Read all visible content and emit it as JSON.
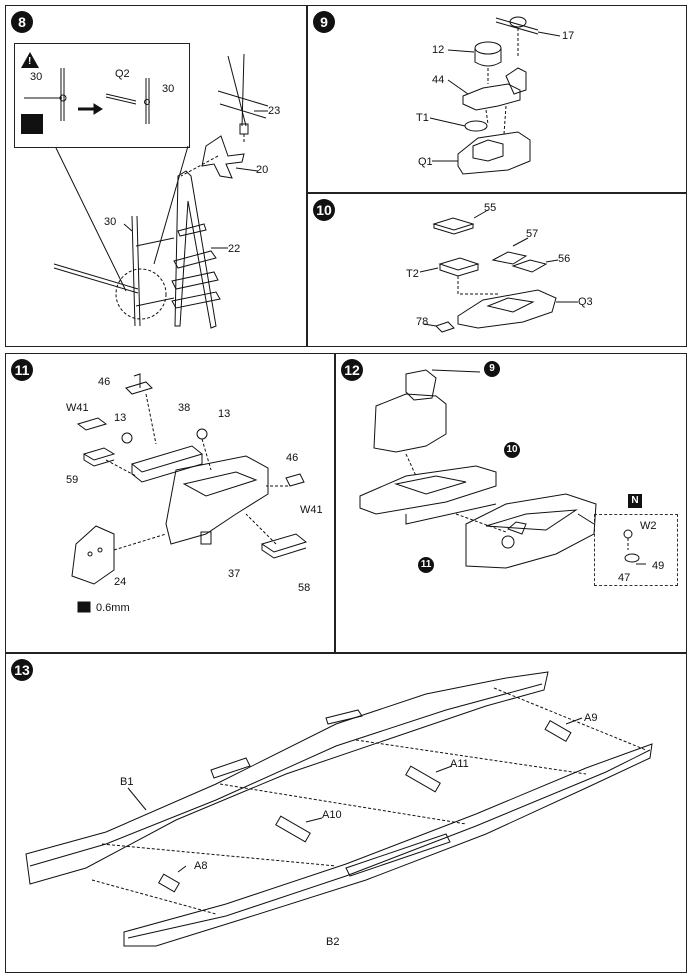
{
  "step8": {
    "num": "8",
    "labels": {
      "p30a": "30",
      "q2": "Q2",
      "p30b": "30",
      "p23": "23",
      "p20": "20",
      "p30c": "30",
      "p22": "22"
    }
  },
  "step9": {
    "num": "9",
    "labels": {
      "p17": "17",
      "p12": "12",
      "p44": "44",
      "t1": "T1",
      "q1": "Q1"
    }
  },
  "step10": {
    "num": "10",
    "labels": {
      "p55": "55",
      "p57": "57",
      "t2": "T2",
      "p56": "56",
      "q3": "Q3",
      "p78": "78"
    }
  },
  "step11": {
    "num": "11",
    "labels": {
      "p46a": "46",
      "w41a": "W41",
      "p38": "38",
      "p13a": "13",
      "p13b": "13",
      "p59": "59",
      "p46b": "46",
      "w41b": "W41",
      "p24": "24",
      "p37": "37",
      "p58": "58",
      "drill": "0.6mm"
    }
  },
  "step12": {
    "num": "12",
    "labels": {
      "ref9": "9",
      "ref10": "10",
      "ref11": "11",
      "w2": "W2",
      "p49": "49",
      "p47": "47"
    }
  },
  "step13": {
    "num": "13",
    "labels": {
      "a9": "A9",
      "a11": "A11",
      "b1": "B1",
      "a10": "A10",
      "a8": "A8",
      "b2": "B2"
    }
  }
}
